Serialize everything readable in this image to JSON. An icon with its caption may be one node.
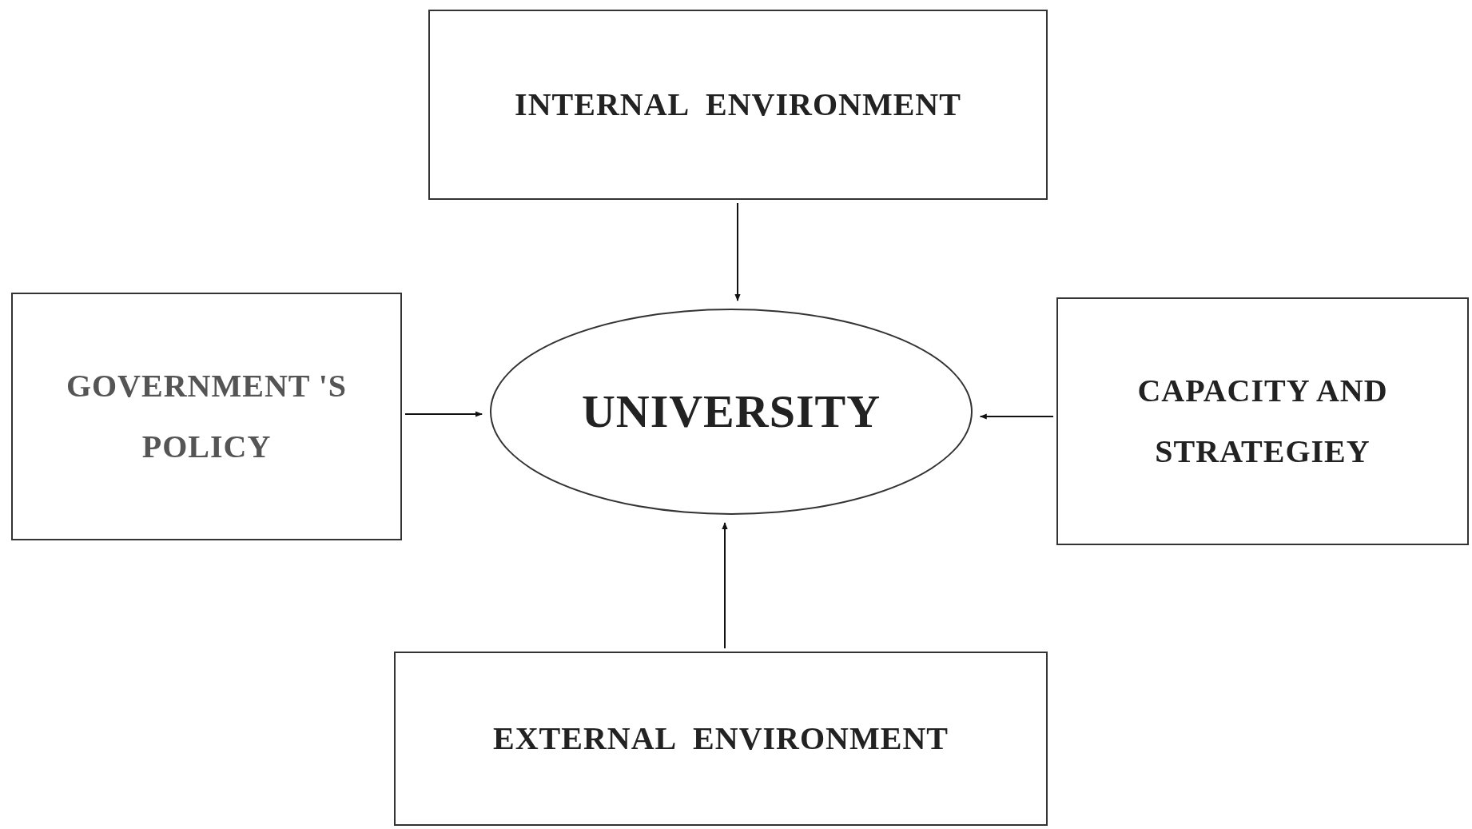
{
  "diagram": {
    "nodes": [
      {
        "text": [
          "INTERNAL  ENVIRONMENT"
        ]
      },
      {
        "text": [
          "GOVERNMENT 'S POLICY"
        ]
      },
      {
        "text": [
          "UNIVERSITY"
        ]
      },
      {
        "text": [
          "CAPACITY AND STRATEGIEY"
        ]
      },
      {
        "text": [
          "EXTERNAL  ENVIRONMENT"
        ]
      }
    ],
    "edges": [
      {
        "from": 0,
        "to": 2,
        "arrow": "to"
      },
      {
        "from": 1,
        "to": 2,
        "arrow": "to"
      },
      {
        "from": 3,
        "to": 2,
        "arrow": "to"
      },
      {
        "from": 4,
        "to": 2,
        "arrow": "to"
      }
    ]
  }
}
